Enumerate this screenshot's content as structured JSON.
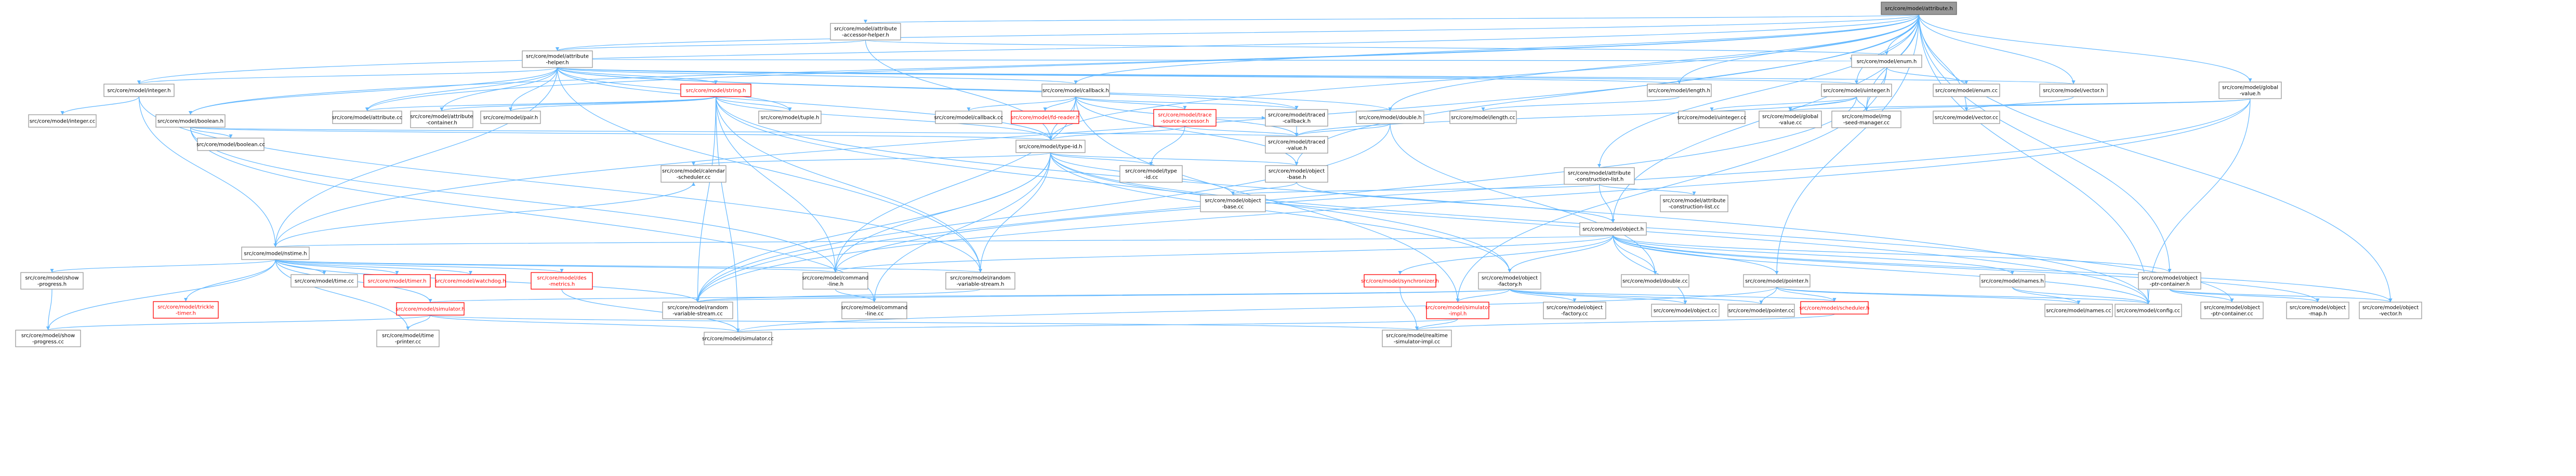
{
  "graph": {
    "root": "n0",
    "accent_colors": {
      "edge": "#63b8ff",
      "box_border": "#999999",
      "clipped_border": "#ff0000",
      "root_fill": "#999999"
    },
    "nodes": [
      {
        "id": "n0",
        "lines": [
          "src/core/model/attribute.h"
        ],
        "clipped": false
      },
      {
        "id": "n1",
        "lines": [
          "src/core/model/attribute",
          "-accessor-helper.h"
        ],
        "clipped": false
      },
      {
        "id": "n2",
        "lines": [
          "src/core/model/attribute",
          "-helper.h"
        ],
        "clipped": false
      },
      {
        "id": "n3",
        "lines": [
          "src/core/model/enum.h"
        ],
        "clipped": false
      },
      {
        "id": "n4",
        "lines": [
          "src/core/model/integer.h"
        ],
        "clipped": false
      },
      {
        "id": "n5",
        "lines": [
          "src/core/model/string.h"
        ],
        "clipped": true
      },
      {
        "id": "n6",
        "lines": [
          "src/core/model/callback.h"
        ],
        "clipped": false
      },
      {
        "id": "n7",
        "lines": [
          "src/core/model/length.h"
        ],
        "clipped": false
      },
      {
        "id": "n8",
        "lines": [
          "src/core/model/uinteger.h"
        ],
        "clipped": false
      },
      {
        "id": "n9",
        "lines": [
          "src/core/model/vector.h"
        ],
        "clipped": false
      },
      {
        "id": "n10",
        "lines": [
          "src/core/model/global",
          "-value.h"
        ],
        "clipped": false
      },
      {
        "id": "n11",
        "lines": [
          "src/core/model/enum.cc"
        ],
        "clipped": false
      },
      {
        "id": "n12",
        "lines": [
          "src/core/model/integer.cc"
        ],
        "clipped": false
      },
      {
        "id": "n13",
        "lines": [
          "src/core/model/boolean.h"
        ],
        "clipped": false
      },
      {
        "id": "n14",
        "lines": [
          "src/core/model/attribute.cc"
        ],
        "clipped": false
      },
      {
        "id": "n15",
        "lines": [
          "src/core/model/attribute",
          "-container.h"
        ],
        "clipped": false
      },
      {
        "id": "n16",
        "lines": [
          "src/core/model/pair.h"
        ],
        "clipped": false
      },
      {
        "id": "n17",
        "lines": [
          "src/core/model/tuple.h"
        ],
        "clipped": false
      },
      {
        "id": "n18",
        "lines": [
          "src/core/model/callback.cc"
        ],
        "clipped": false
      },
      {
        "id": "n19",
        "lines": [
          "src/core/model/fd-reader.h"
        ],
        "clipped": true
      },
      {
        "id": "n20",
        "lines": [
          "src/core/model/trace",
          "-source-accessor.h"
        ],
        "clipped": true
      },
      {
        "id": "n21",
        "lines": [
          "src/core/model/traced",
          "-callback.h"
        ],
        "clipped": false
      },
      {
        "id": "n22",
        "lines": [
          "src/core/model/double.h"
        ],
        "clipped": false
      },
      {
        "id": "n23",
        "lines": [
          "src/core/model/length.cc"
        ],
        "clipped": false
      },
      {
        "id": "n24",
        "lines": [
          "src/core/model/uinteger.cc"
        ],
        "clipped": false
      },
      {
        "id": "n25",
        "lines": [
          "src/core/model/global",
          "-value.cc"
        ],
        "clipped": false
      },
      {
        "id": "n26",
        "lines": [
          "src/core/model/rng",
          "-seed-manager.cc"
        ],
        "clipped": false
      },
      {
        "id": "n27",
        "lines": [
          "src/core/model/vector.cc"
        ],
        "clipped": false
      },
      {
        "id": "n28",
        "lines": [
          "src/core/model/boolean.cc"
        ],
        "clipped": false
      },
      {
        "id": "n29",
        "lines": [
          "src/core/model/type-id.h"
        ],
        "clipped": false
      },
      {
        "id": "n30",
        "lines": [
          "src/core/model/traced",
          "-value.h"
        ],
        "clipped": false
      },
      {
        "id": "n31",
        "lines": [
          "src/core/model/calendar",
          "-scheduler.cc"
        ],
        "clipped": false
      },
      {
        "id": "n32",
        "lines": [
          "src/core/model/type",
          "-id.cc"
        ],
        "clipped": false
      },
      {
        "id": "n33",
        "lines": [
          "src/core/model/object",
          "-base.h"
        ],
        "clipped": false
      },
      {
        "id": "n34",
        "lines": [
          "src/core/model/object",
          "-base.cc"
        ],
        "clipped": false
      },
      {
        "id": "n35",
        "lines": [
          "src/core/model/attribute",
          "-construction-list.h"
        ],
        "clipped": false
      },
      {
        "id": "n36",
        "lines": [
          "src/core/model/attribute",
          "-construction-list.cc"
        ],
        "clipped": false
      },
      {
        "id": "n37",
        "lines": [
          "src/core/model/object.h"
        ],
        "clipped": false
      },
      {
        "id": "n38",
        "lines": [
          "src/core/model/nstime.h"
        ],
        "clipped": false
      },
      {
        "id": "n39",
        "lines": [
          "src/core/model/show",
          "-progress.h"
        ],
        "clipped": false
      },
      {
        "id": "n40",
        "lines": [
          "src/core/model/time.cc"
        ],
        "clipped": false
      },
      {
        "id": "n41",
        "lines": [
          "src/core/model/timer.h"
        ],
        "clipped": true
      },
      {
        "id": "n42",
        "lines": [
          "src/core/model/watchdog.h"
        ],
        "clipped": true
      },
      {
        "id": "n43",
        "lines": [
          "src/core/model/des",
          "-metrics.h"
        ],
        "clipped": true
      },
      {
        "id": "n44",
        "lines": [
          "src/core/model/command",
          "-line.h"
        ],
        "clipped": false
      },
      {
        "id": "n45",
        "lines": [
          "src/core/model/random",
          "-variable-stream.h"
        ],
        "clipped": false
      },
      {
        "id": "n46",
        "lines": [
          "src/core/model/synchronizer.h"
        ],
        "clipped": true
      },
      {
        "id": "n47",
        "lines": [
          "src/core/model/object",
          "-factory.h"
        ],
        "clipped": false
      },
      {
        "id": "n48",
        "lines": [
          "src/core/model/double.cc"
        ],
        "clipped": false
      },
      {
        "id": "n49",
        "lines": [
          "src/core/model/pointer.h"
        ],
        "clipped": false
      },
      {
        "id": "n50",
        "lines": [
          "src/core/model/names.h"
        ],
        "clipped": false
      },
      {
        "id": "n51",
        "lines": [
          "src/core/model/object",
          "-ptr-container.h"
        ],
        "clipped": false
      },
      {
        "id": "n52",
        "lines": [
          "src/core/model/trickle",
          "-timer.h"
        ],
        "clipped": true
      },
      {
        "id": "n53",
        "lines": [
          "src/core/model/simulator.h"
        ],
        "clipped": true
      },
      {
        "id": "n54",
        "lines": [
          "src/core/model/random",
          "-variable-stream.cc"
        ],
        "clipped": false
      },
      {
        "id": "n55",
        "lines": [
          "src/core/model/command",
          "-line.cc"
        ],
        "clipped": false
      },
      {
        "id": "n56",
        "lines": [
          "src/core/model/simulator",
          "-impl.h"
        ],
        "clipped": true
      },
      {
        "id": "n57",
        "lines": [
          "src/core/model/object",
          "-factory.cc"
        ],
        "clipped": false
      },
      {
        "id": "n58",
        "lines": [
          "src/core/model/object.cc"
        ],
        "clipped": false
      },
      {
        "id": "n59",
        "lines": [
          "src/core/model/pointer.cc"
        ],
        "clipped": false
      },
      {
        "id": "n60",
        "lines": [
          "src/core/model/scheduler.h"
        ],
        "clipped": true
      },
      {
        "id": "n61",
        "lines": [
          "src/core/model/names.cc"
        ],
        "clipped": false
      },
      {
        "id": "n62",
        "lines": [
          "src/core/model/config.cc"
        ],
        "clipped": false
      },
      {
        "id": "n63",
        "lines": [
          "src/core/model/object",
          "-ptr-container.cc"
        ],
        "clipped": false
      },
      {
        "id": "n64",
        "lines": [
          "src/core/model/object",
          "-map.h"
        ],
        "clipped": false
      },
      {
        "id": "n65",
        "lines": [
          "src/core/model/object",
          "-vector.h"
        ],
        "clipped": false
      },
      {
        "id": "n66",
        "lines": [
          "src/core/model/show",
          "-progress.cc"
        ],
        "clipped": false
      },
      {
        "id": "n67",
        "lines": [
          "src/core/model/time",
          "-printer.cc"
        ],
        "clipped": false
      },
      {
        "id": "n68",
        "lines": [
          "src/core/model/simulator.cc"
        ],
        "clipped": false
      },
      {
        "id": "n69",
        "lines": [
          "src/core/model/realtime",
          "-simulator-impl.cc"
        ],
        "clipped": false
      }
    ],
    "edges": [
      [
        "n0",
        "n1"
      ],
      [
        "n0",
        "n2"
      ],
      [
        "n0",
        "n3"
      ],
      [
        "n0",
        "n4"
      ],
      [
        "n0",
        "n6"
      ],
      [
        "n0",
        "n7"
      ],
      [
        "n0",
        "n8"
      ],
      [
        "n0",
        "n9"
      ],
      [
        "n0",
        "n10"
      ],
      [
        "n0",
        "n14"
      ],
      [
        "n0",
        "n13"
      ],
      [
        "n0",
        "n22"
      ],
      [
        "n0",
        "n29"
      ],
      [
        "n0",
        "n35"
      ],
      [
        "n0",
        "n37"
      ],
      [
        "n0",
        "n38"
      ],
      [
        "n0",
        "n49"
      ],
      [
        "n0",
        "n51"
      ],
      [
        "n0",
        "n62"
      ],
      [
        "n0",
        "n65"
      ],
      [
        "n0",
        "n26"
      ],
      [
        "n0",
        "n27"
      ],
      [
        "n0",
        "n33"
      ],
      [
        "n1",
        "n2"
      ],
      [
        "n1",
        "n29"
      ],
      [
        "n1",
        "n3"
      ],
      [
        "n2",
        "n4"
      ],
      [
        "n2",
        "n5"
      ],
      [
        "n2",
        "n6"
      ],
      [
        "n2",
        "n7"
      ],
      [
        "n2",
        "n8"
      ],
      [
        "n2",
        "n13"
      ],
      [
        "n2",
        "n14"
      ],
      [
        "n2",
        "n15"
      ],
      [
        "n2",
        "n16"
      ],
      [
        "n2",
        "n17"
      ],
      [
        "n2",
        "n22"
      ],
      [
        "n2",
        "n29"
      ],
      [
        "n2",
        "n38"
      ],
      [
        "n2",
        "n9"
      ],
      [
        "n2",
        "n21"
      ],
      [
        "n2",
        "n45"
      ],
      [
        "n2",
        "n3"
      ],
      [
        "n3",
        "n11"
      ],
      [
        "n3",
        "n26"
      ],
      [
        "n3",
        "n56"
      ],
      [
        "n4",
        "n12"
      ],
      [
        "n4",
        "n38"
      ],
      [
        "n4",
        "n45"
      ],
      [
        "n5",
        "n14"
      ],
      [
        "n5",
        "n15"
      ],
      [
        "n5",
        "n16"
      ],
      [
        "n5",
        "n17"
      ],
      [
        "n5",
        "n29"
      ],
      [
        "n5",
        "n44"
      ],
      [
        "n5",
        "n45"
      ],
      [
        "n5",
        "n54"
      ],
      [
        "n5",
        "n68"
      ],
      [
        "n5",
        "n62"
      ],
      [
        "n5",
        "n47"
      ],
      [
        "n6",
        "n18"
      ],
      [
        "n6",
        "n19"
      ],
      [
        "n6",
        "n20"
      ],
      [
        "n6",
        "n21"
      ],
      [
        "n6",
        "n29"
      ],
      [
        "n6",
        "n44"
      ],
      [
        "n6",
        "n30"
      ],
      [
        "n6",
        "n33"
      ],
      [
        "n6",
        "n56"
      ],
      [
        "n7",
        "n23"
      ],
      [
        "n8",
        "n24"
      ],
      [
        "n8",
        "n25"
      ],
      [
        "n8",
        "n26"
      ],
      [
        "n8",
        "n30"
      ],
      [
        "n8",
        "n54"
      ],
      [
        "n9",
        "n27"
      ],
      [
        "n10",
        "n25"
      ],
      [
        "n10",
        "n26"
      ],
      [
        "n10",
        "n44"
      ],
      [
        "n10",
        "n62"
      ],
      [
        "n10",
        "n54"
      ],
      [
        "n13",
        "n28"
      ],
      [
        "n13",
        "n29"
      ],
      [
        "n13",
        "n44"
      ],
      [
        "n13",
        "n55"
      ],
      [
        "n13",
        "n30"
      ],
      [
        "n20",
        "n29"
      ],
      [
        "n20",
        "n21"
      ],
      [
        "n20",
        "n30"
      ],
      [
        "n20",
        "n32"
      ],
      [
        "n21",
        "n30"
      ],
      [
        "n22",
        "n30"
      ],
      [
        "n22",
        "n48"
      ],
      [
        "n22",
        "n54"
      ],
      [
        "n29",
        "n31"
      ],
      [
        "n29",
        "n32"
      ],
      [
        "n29",
        "n33"
      ],
      [
        "n29",
        "n34"
      ],
      [
        "n29",
        "n44"
      ],
      [
        "n29",
        "n45"
      ],
      [
        "n29",
        "n47"
      ],
      [
        "n29",
        "n54"
      ],
      [
        "n29",
        "n55"
      ],
      [
        "n29",
        "n62"
      ],
      [
        "n29",
        "n63"
      ],
      [
        "n33",
        "n34"
      ],
      [
        "n33",
        "n37"
      ],
      [
        "n35",
        "n36"
      ],
      [
        "n35",
        "n37"
      ],
      [
        "n35",
        "n34"
      ],
      [
        "n37",
        "n38"
      ],
      [
        "n37",
        "n44"
      ],
      [
        "n37",
        "n46"
      ],
      [
        "n37",
        "n47"
      ],
      [
        "n37",
        "n48"
      ],
      [
        "n37",
        "n49"
      ],
      [
        "n37",
        "n50"
      ],
      [
        "n37",
        "n51"
      ],
      [
        "n37",
        "n58"
      ],
      [
        "n37",
        "n62"
      ],
      [
        "n37",
        "n65"
      ],
      [
        "n37",
        "n64"
      ],
      [
        "n38",
        "n39"
      ],
      [
        "n38",
        "n40"
      ],
      [
        "n38",
        "n41"
      ],
      [
        "n38",
        "n42"
      ],
      [
        "n38",
        "n43"
      ],
      [
        "n38",
        "n44"
      ],
      [
        "n38",
        "n45"
      ],
      [
        "n38",
        "n52"
      ],
      [
        "n38",
        "n53"
      ],
      [
        "n38",
        "n66"
      ],
      [
        "n38",
        "n67"
      ],
      [
        "n38",
        "n31"
      ],
      [
        "n38",
        "n54"
      ],
      [
        "n39",
        "n66"
      ],
      [
        "n43",
        "n68"
      ],
      [
        "n44",
        "n55"
      ],
      [
        "n45",
        "n54"
      ],
      [
        "n46",
        "n69"
      ],
      [
        "n47",
        "n56"
      ],
      [
        "n47",
        "n57"
      ],
      [
        "n47",
        "n58"
      ],
      [
        "n47",
        "n59"
      ],
      [
        "n47",
        "n60"
      ],
      [
        "n47",
        "n53"
      ],
      [
        "n47",
        "n54"
      ],
      [
        "n49",
        "n59"
      ],
      [
        "n49",
        "n60"
      ],
      [
        "n49",
        "n61"
      ],
      [
        "n49",
        "n62"
      ],
      [
        "n49",
        "n68"
      ],
      [
        "n50",
        "n61"
      ],
      [
        "n50",
        "n62"
      ],
      [
        "n51",
        "n63"
      ],
      [
        "n51",
        "n64"
      ],
      [
        "n51",
        "n65"
      ],
      [
        "n53",
        "n66"
      ],
      [
        "n53",
        "n67"
      ],
      [
        "n53",
        "n68"
      ],
      [
        "n53",
        "n69"
      ],
      [
        "n56",
        "n68"
      ],
      [
        "n56",
        "n69"
      ],
      [
        "n60",
        "n69"
      ]
    ]
  }
}
